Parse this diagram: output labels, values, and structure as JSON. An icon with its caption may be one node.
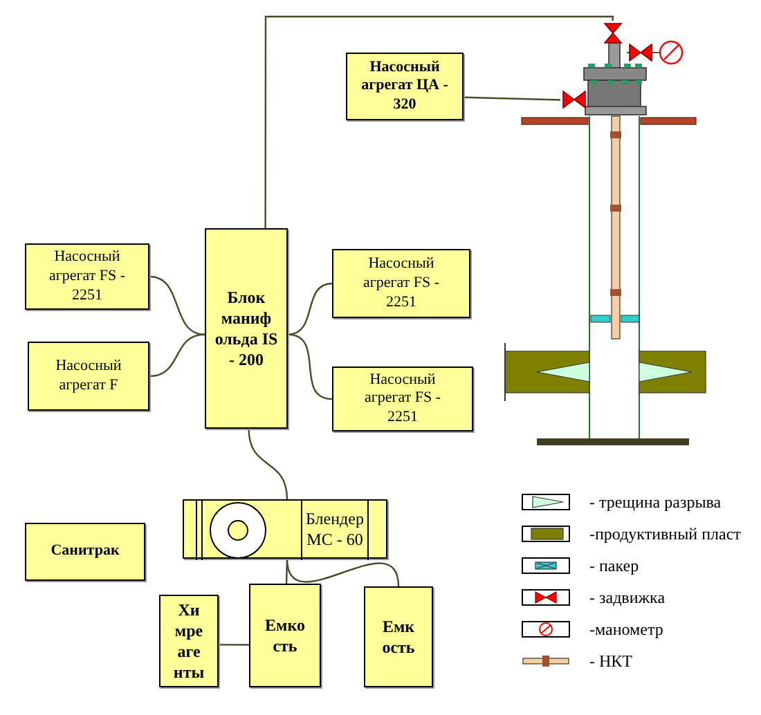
{
  "diagram": {
    "nodes": [
      {
        "text": [],
        "shape": "picture"
      },
      {
        "text": [
          "Насосный агрегат ЦА - 320"
        ]
      },
      {
        "text": [
          "Блок маниф ольда IS - 200"
        ]
      },
      {
        "text": [
          "Насосный агрегат FS - 2251"
        ]
      },
      {
        "text": [
          "Насосный агрегат FS - 2251"
        ]
      },
      {
        "text": [
          "Насосный агрегат F"
        ]
      },
      {
        "text": [
          "Насосный агрегат FS - 2251"
        ]
      },
      {
        "text": [
          "Блендер МС - 60"
        ]
      },
      {
        "text": [
          "Санитрак"
        ]
      },
      {
        "text": [
          "Хи мре аге нты"
        ]
      },
      {
        "text": [
          "Емко сть"
        ]
      },
      {
        "text": [
          "Емк ость"
        ]
      }
    ],
    "edges": [
      {
        "from": 1,
        "to": 0,
        "arrow": "none"
      },
      {
        "from": 2,
        "to": 0,
        "arrow": "none"
      },
      {
        "from": 3,
        "to": 2,
        "arrow": "none"
      },
      {
        "from": 5,
        "to": 2,
        "arrow": "none"
      },
      {
        "from": 4,
        "to": 2,
        "arrow": "none"
      },
      {
        "from": 6,
        "to": 2,
        "arrow": "none"
      },
      {
        "from": 2,
        "to": 7,
        "arrow": "none"
      },
      {
        "from": 7,
        "to": 10,
        "arrow": "none"
      },
      {
        "from": 7,
        "to": 11,
        "arrow": "none"
      },
      {
        "from": 9,
        "to": 10,
        "arrow": "none"
      }
    ],
    "legend": [
      {
        "text": "- трещина разрыва"
      },
      {
        "text": "-продуктивный пласт"
      },
      {
        "text": "- пакер"
      },
      {
        "text": "- задвижка"
      },
      {
        "text": "-манометр"
      },
      {
        "text": "- НКТ"
      }
    ]
  }
}
